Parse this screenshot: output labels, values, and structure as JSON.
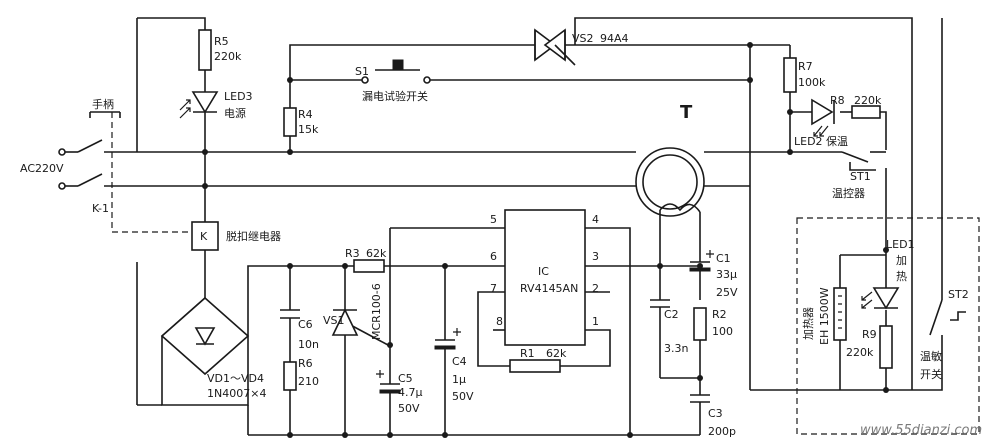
{
  "components": {
    "r5": {
      "ref": "R5",
      "value": "220k"
    },
    "led3": {
      "ref": "LED3",
      "name": "电源"
    },
    "r4": {
      "ref": "R4",
      "value": "15k"
    },
    "handle": {
      "name": "手柄"
    },
    "ac": {
      "name": "AC220V"
    },
    "k1": {
      "ref": "K-1"
    },
    "relay": {
      "ref": "K",
      "name": "脱扣继电器"
    },
    "bridge": {
      "ref": "VD1～VD4",
      "value": "1N4007×4"
    },
    "c6": {
      "ref": "C6",
      "value": "10n"
    },
    "r6": {
      "ref": "R6",
      "value": "210"
    },
    "r3": {
      "ref": "R3",
      "value": "62k"
    },
    "vs1": {
      "ref": "VS1",
      "value": "MCR100-6"
    },
    "c5": {
      "ref": "C5",
      "value1": "4.7μ",
      "value2": "50V"
    },
    "c4": {
      "ref": "C4",
      "value1": "1μ",
      "value2": "50V"
    },
    "ic": {
      "ref": "IC",
      "value": "RV4145AN",
      "pins": [
        "5",
        "4",
        "6",
        "3",
        "7",
        "2",
        "8",
        "1"
      ]
    },
    "r1": {
      "ref": "R1",
      "value": "62k"
    },
    "c2": {
      "ref": "C2",
      "value": "3.3n"
    },
    "t": {
      "ref": "T"
    },
    "c1": {
      "ref": "C1",
      "value1": "33μ",
      "value2": "25V"
    },
    "r2": {
      "ref": "R2",
      "value": "100"
    },
    "c3": {
      "ref": "C3",
      "value": "200p"
    },
    "s1": {
      "ref": "S1",
      "name": "漏电试验开关"
    },
    "vs2": {
      "ref": "VS2",
      "value": "94A4"
    },
    "r7": {
      "ref": "R7",
      "value": "100k"
    },
    "r8": {
      "ref": "R8",
      "value": "220k"
    },
    "led2": {
      "ref": "LED2",
      "name": "保温"
    },
    "st1": {
      "ref": "ST1",
      "name": "温控器"
    },
    "heater": {
      "name": "加热器",
      "value": "EH 1500W"
    },
    "led1": {
      "ref": "LED1",
      "name1": "加",
      "name2": "热"
    },
    "r9": {
      "ref": "R9",
      "value": "220k"
    },
    "st2": {
      "ref": "ST2",
      "name1": "温敏",
      "name2": "开关"
    }
  },
  "watermark": "www.55dianzi.com"
}
